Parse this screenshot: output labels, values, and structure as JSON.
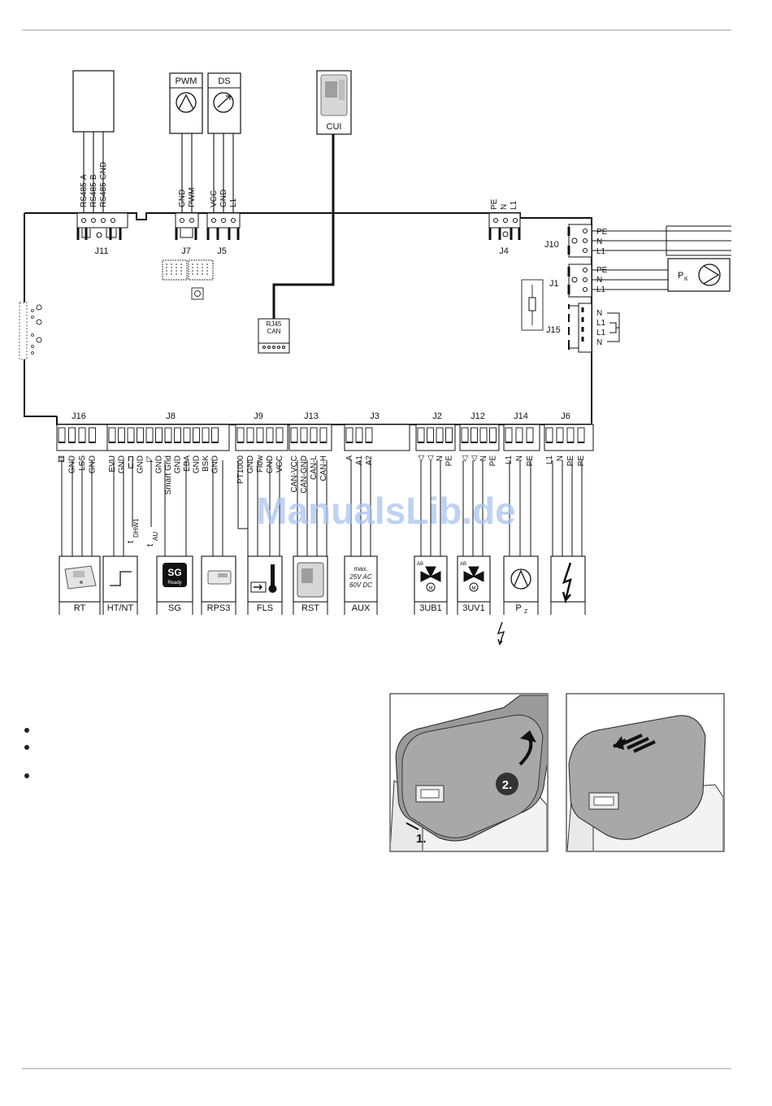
{
  "top_devices": {
    "rs485_pins": [
      "RS485-A",
      "RS485-B",
      "RS485-GND"
    ],
    "pwm_label": "PWM",
    "ds_label": "DS",
    "pwm_pins": [
      "GND",
      "PWM"
    ],
    "ds_pins": [
      "VCC",
      "GND",
      "L1"
    ],
    "cui_label": "CUI",
    "j4_pins": [
      "PE",
      "N",
      "L1"
    ]
  },
  "board": {
    "j11": "J11",
    "j7": "J7",
    "j5": "J5",
    "j4": "J4",
    "j10": "J10",
    "j1": "J1",
    "j15": "J15",
    "rj45_line1": "RJ45",
    "rj45_line2": "CAN",
    "j10_pins": [
      "PE",
      "N",
      "L1"
    ],
    "j1_pins": [
      "PE",
      "N",
      "L1"
    ],
    "j15_pins": [
      "N",
      "L1",
      "L1",
      "N"
    ],
    "pk_main": "P",
    "pk_sub": "K"
  },
  "bottom_connectors": [
    {
      "id": "J16",
      "pins": [
        "⚅",
        "GND",
        "LSS",
        "GND"
      ]
    },
    {
      "id": "J8",
      "pins": [
        "EVU",
        "GND",
        "⊏⊐",
        "GND",
        "◸",
        "GND",
        "Smart Grid",
        "GND",
        "EBA",
        "GND",
        "BSK",
        "GND"
      ]
    },
    {
      "id": "J9",
      "pins": [
        "PT1000",
        "GND",
        "Flow",
        "GND",
        "VCC"
      ]
    },
    {
      "id": "J13",
      "pins": [
        "CAN-VCC",
        "CAN-GND",
        "CAN-L",
        "CAN-H"
      ]
    },
    {
      "id": "J3",
      "pins": [
        "A",
        "A1",
        "A2"
      ]
    },
    {
      "id": "J2",
      "pins": [
        "◁",
        "◁",
        "N",
        "PE"
      ]
    },
    {
      "id": "J12",
      "pins": [
        "◁",
        "◁",
        "N",
        "PE"
      ]
    },
    {
      "id": "J14",
      "pins": [
        "L1",
        "N",
        "PE"
      ]
    },
    {
      "id": "J6",
      "pins": [
        "L1",
        "N",
        "PE",
        "PE"
      ]
    }
  ],
  "sensors": {
    "t_dhw_main": "t",
    "t_dhw_sub": "DHW1",
    "t_au_main": "t",
    "t_au_sub": "AU"
  },
  "devices": [
    {
      "label": "RT"
    },
    {
      "label": "HT/NT"
    },
    {
      "label": "SG",
      "sg_text": "SG",
      "sg_sub": "Ready"
    },
    {
      "label": "RPS3"
    },
    {
      "label": "FLS"
    },
    {
      "label": "RST"
    },
    {
      "label": "AUX",
      "aux_lines": [
        "max.",
        "25V AC",
        "60V DC"
      ]
    },
    {
      "label": "3UB1",
      "ab": "AB",
      "m": "M"
    },
    {
      "label": "3UV1",
      "ab": "AB",
      "m": "M"
    },
    {
      "label": "P",
      "sub": "Z"
    },
    {
      "label": ""
    }
  ],
  "watermark": "ManualsLib.de",
  "figure": {
    "step1": "1.",
    "step2": "2."
  },
  "bullets_count": 3
}
